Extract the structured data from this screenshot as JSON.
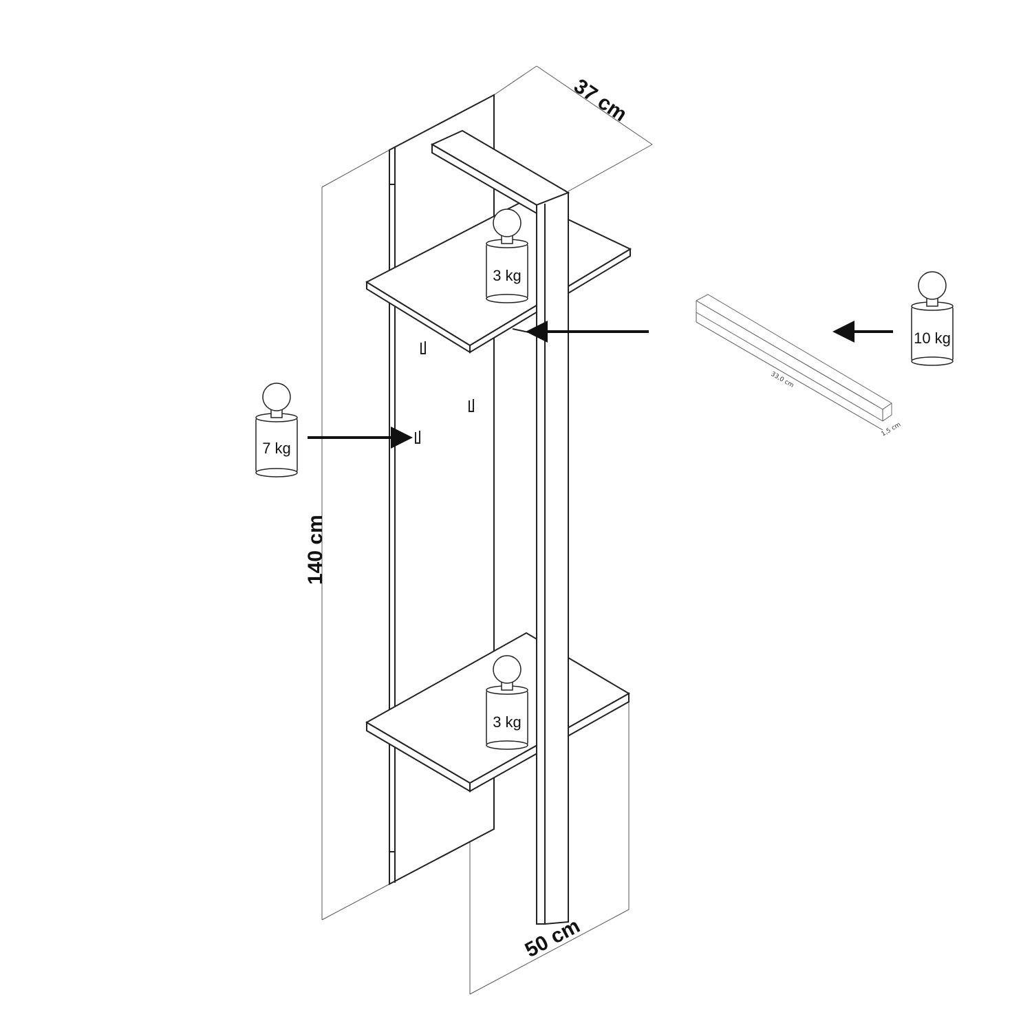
{
  "dimensions": {
    "depth": "37 cm",
    "height": "140 cm",
    "width": "50 cm"
  },
  "weights": {
    "top_shelf": "3 kg",
    "bottom_shelf": "3 kg",
    "hooks": "7 kg",
    "rod": "10 kg"
  },
  "rod": {
    "length": "33,0 cm",
    "thickness": "1,5 cm"
  }
}
